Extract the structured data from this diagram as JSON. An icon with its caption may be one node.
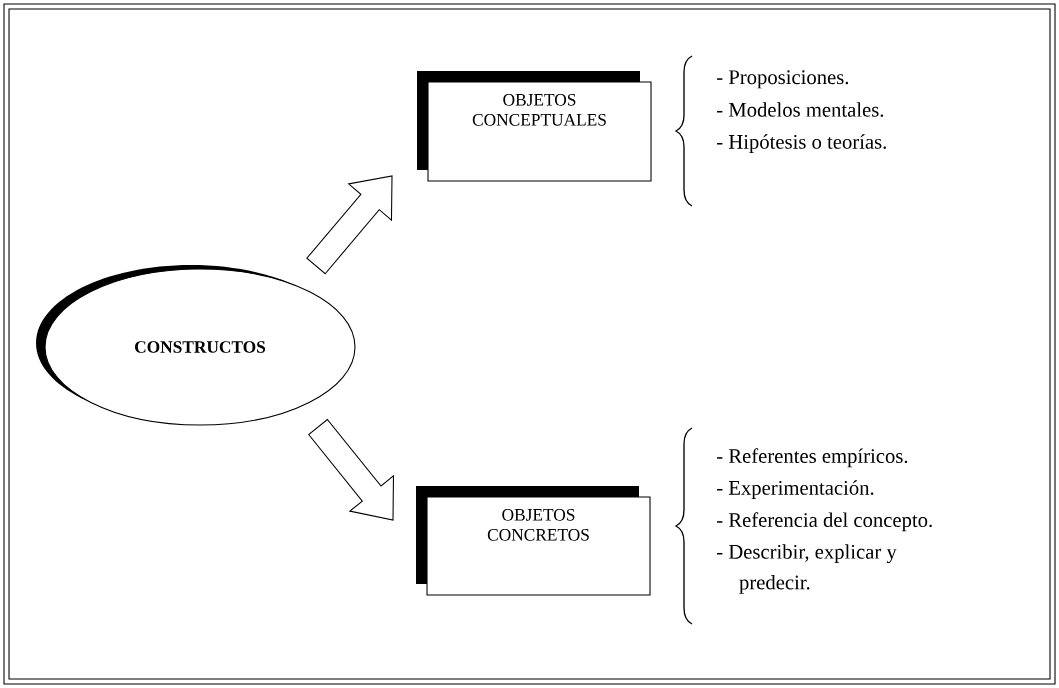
{
  "diagram": {
    "nodes": [
      {
        "text": [
          "CONSTRUCTOS"
        ]
      },
      {
        "text": [
          "OBJETOS CONCEPTUALES"
        ]
      },
      {
        "text": [
          "OBJETOS CONCRETOS"
        ]
      }
    ],
    "edges": [
      {
        "from": 0,
        "to": 1,
        "arrow": "to"
      },
      {
        "from": 0,
        "to": 2,
        "arrow": "to"
      }
    ],
    "labels": [
      "- Proposiciones.",
      "- Modelos mentales.",
      "- Hipótesis o teorías.",
      "- Referentes empíricos.",
      "- Experimentación.",
      "- Referencia del concepto.",
      "- Describir, explicar y predecir."
    ]
  }
}
